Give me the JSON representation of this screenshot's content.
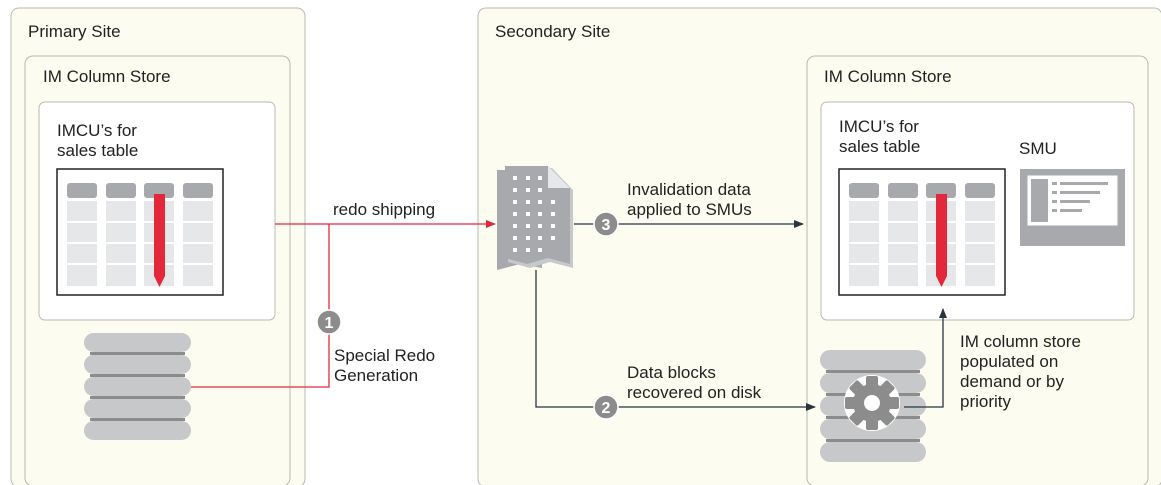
{
  "primary_site": {
    "title": "Primary Site",
    "column_store_title": "IM Column Store",
    "imcu_title": "IMCU’s for\nsales table"
  },
  "secondary_site": {
    "title": "Secondary Site",
    "column_store_title": "IM Column Store",
    "imcu_title": "IMCU’s for\nsales table",
    "smu_label": "SMU"
  },
  "flows": {
    "redo_shipping": "redo shipping",
    "special_redo": "Special Redo\nGeneration",
    "invalidation": "Invalidation data\napplied to SMUs",
    "data_blocks": "Data blocks\nrecovered on disk",
    "populated": "IM column store\npopulated on\ndemand or by\npriority"
  },
  "steps": [
    "1",
    "2",
    "3"
  ],
  "colors": {
    "site_fill": "#fdfcf0",
    "border": "#b9b9b0",
    "redo_line": "#e3283c",
    "dark_line": "#2a3440",
    "badge": "#8c8c8c",
    "header_gray": "#a7a9ac",
    "cell_gray": "#e6e7e8"
  }
}
